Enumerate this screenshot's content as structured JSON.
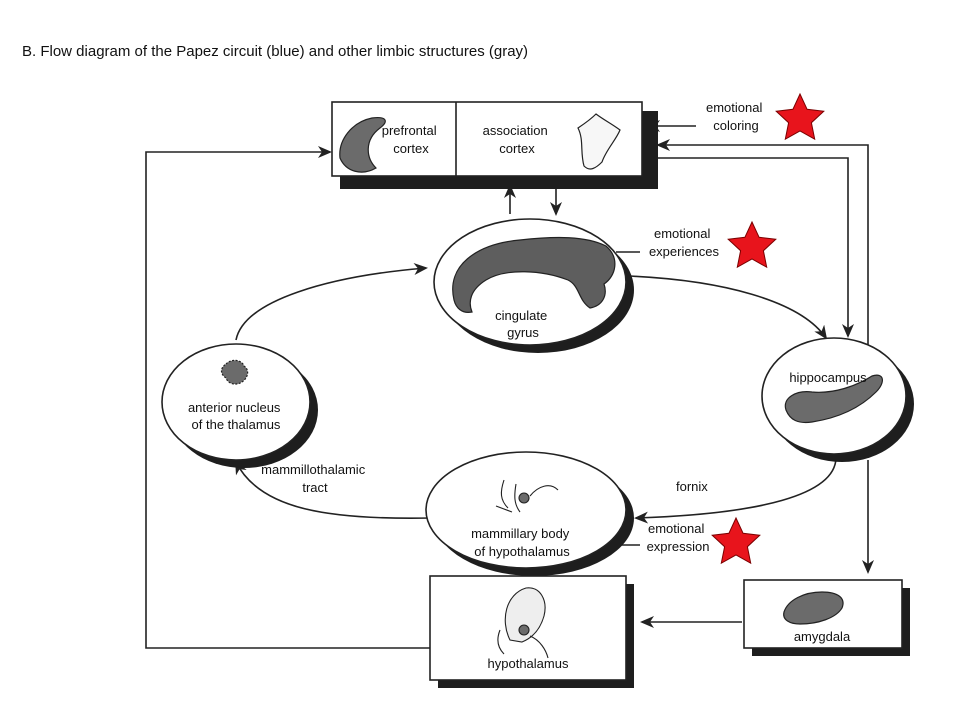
{
  "title": "B. Flow diagram of the Papez circuit (blue) and other limbic structures (gray)",
  "nodes": {
    "prefrontal_cortex": [
      "prefrontal",
      "cortex"
    ],
    "association_cortex": [
      "association",
      "cortex"
    ],
    "cingulate_gyrus": [
      "cingulate",
      "gyrus"
    ],
    "hippocampus": "hippocampus",
    "anterior_nucleus": [
      "anterior nucleus",
      "of the thalamus"
    ],
    "mammillary_body": [
      "mammillary body",
      "of hypothalamus"
    ],
    "hypothalamus": "hypothalamus",
    "amygdala": "amygdala"
  },
  "edge_labels": {
    "emotional_coloring": [
      "emotional",
      "coloring"
    ],
    "emotional_experiences": [
      "emotional",
      "experiences"
    ],
    "fornix": "fornix",
    "emotional_expression": [
      "emotional",
      "expression"
    ],
    "mammillothalamic_tract": [
      "mammillothalamic",
      "tract"
    ]
  },
  "colors": {
    "line": "#222222",
    "structure_fill": "#6b6b6b",
    "shadow": "#1e1e1e",
    "star": "#e8141c"
  },
  "markers": [
    "star",
    "star",
    "star"
  ]
}
